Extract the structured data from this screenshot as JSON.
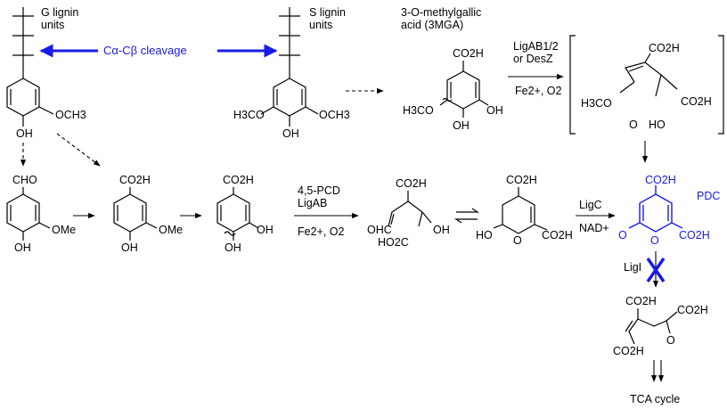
{
  "colors": {
    "accent": "#1a1ae6",
    "ink": "#000000"
  },
  "labels": {
    "g_lignin": [
      "G lignin",
      "units"
    ],
    "s_lignin": [
      "S lignin",
      "units"
    ],
    "mga": [
      "3-O-methylgallic",
      "acid (3MGA)"
    ],
    "cleavage": "Cα-Cβ cleavage",
    "enz1": [
      "LigAB1/2",
      "or DesZ"
    ],
    "fe_o2_top": "Fe2+, O2",
    "enz_pcd": [
      "4,5-PCD",
      "LigAB"
    ],
    "fe_o2_mid": "Fe2+, O2",
    "ligc": "LigC",
    "nad": "NAD+",
    "pdc": "PDC",
    "ligi": "LigI",
    "tca": "TCA cycle"
  },
  "groups": {
    "och3": "OCH3",
    "h3co": "H3CO",
    "oh": "OH",
    "co2h": "CO2H",
    "cho": "CHO",
    "ome": "OMe",
    "ohc": "OHC",
    "ho2c": "HO2C",
    "ho": "HO",
    "h3co_c": "H3CO",
    "o": "O"
  }
}
